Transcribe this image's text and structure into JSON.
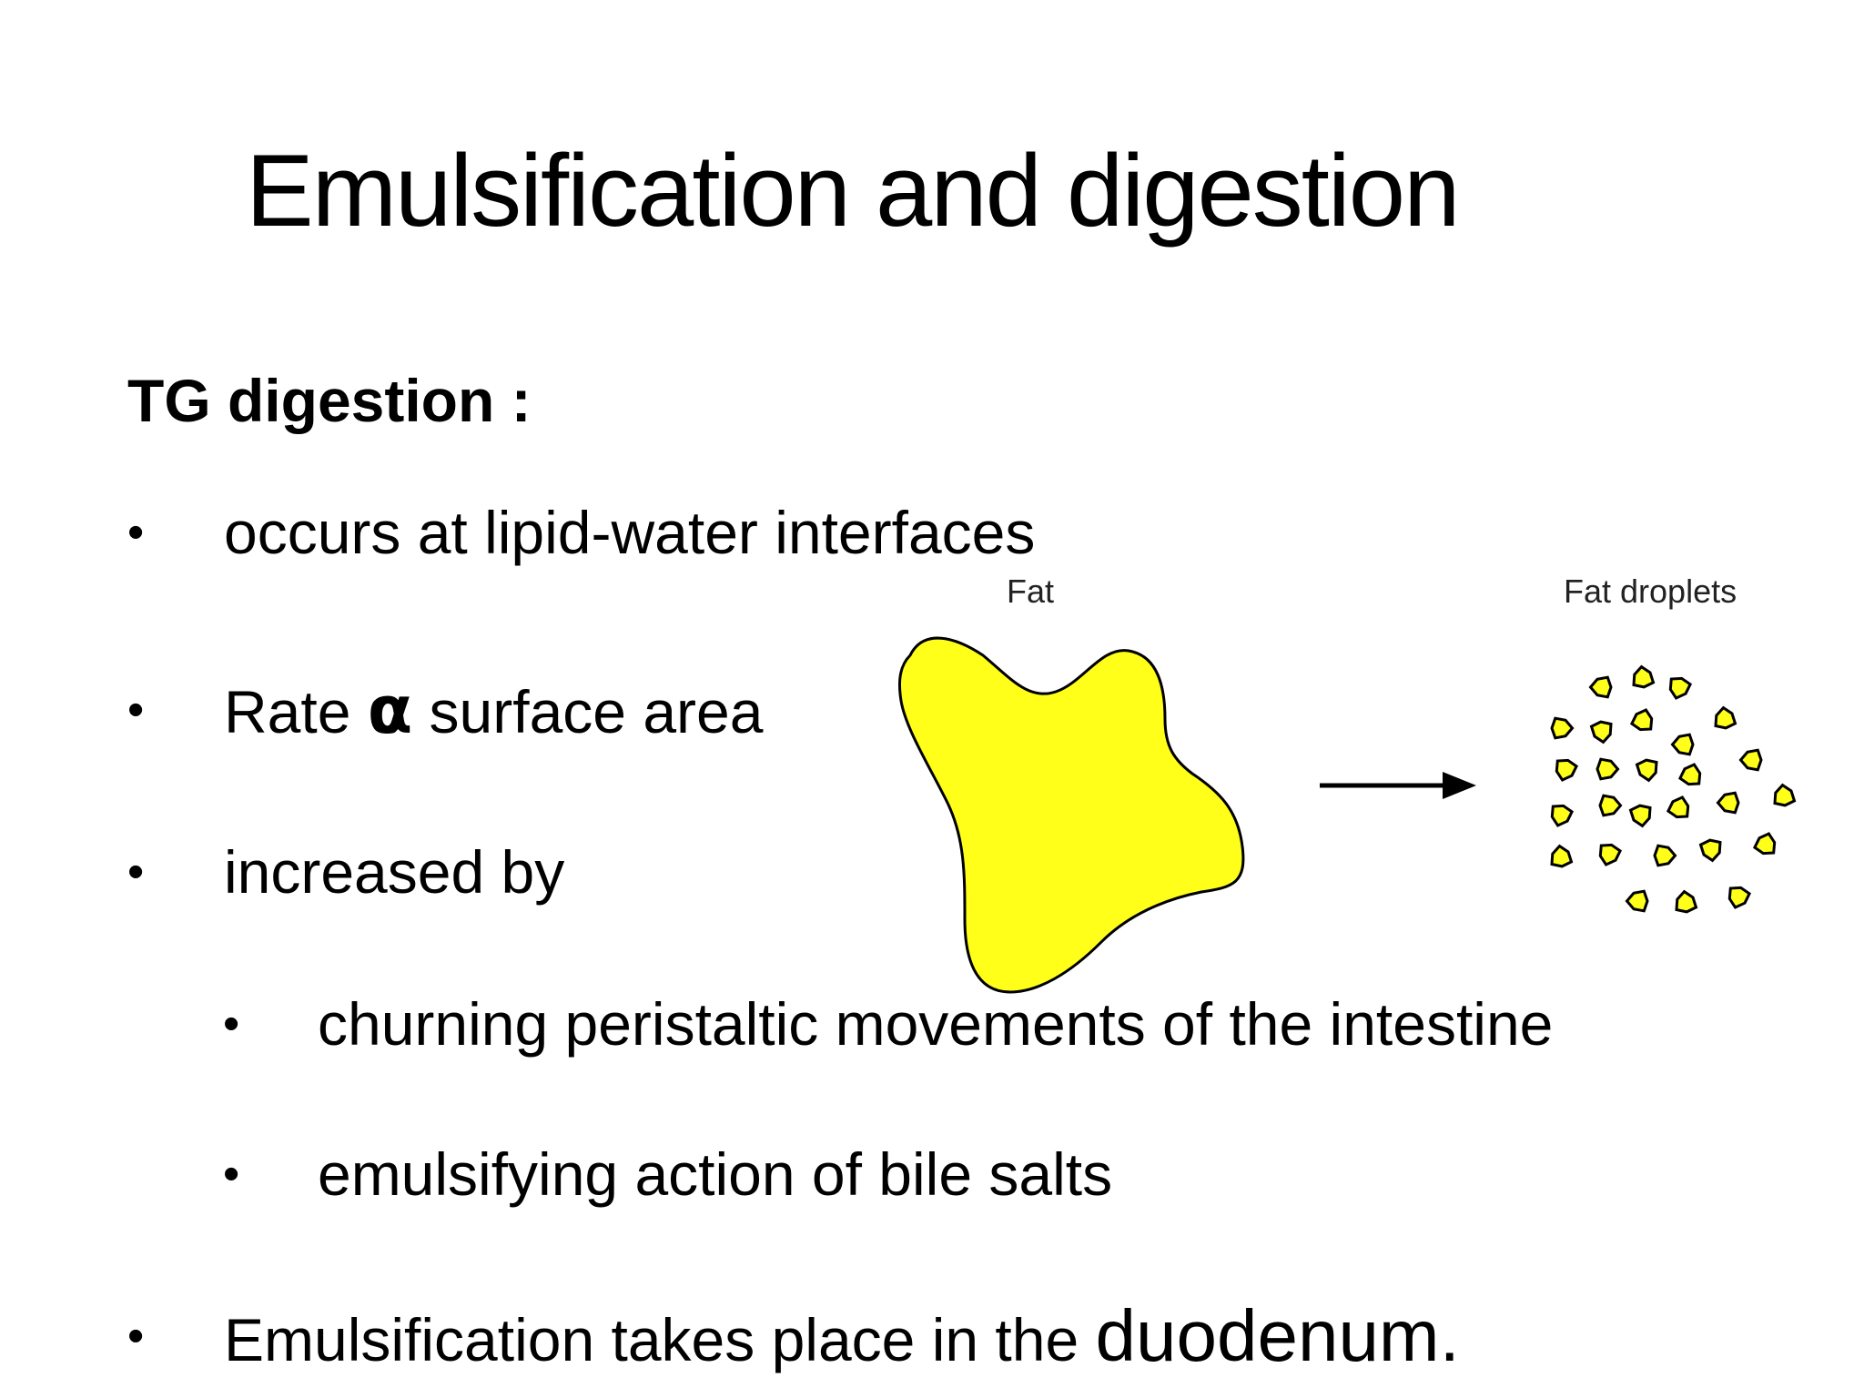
{
  "slide": {
    "title": "Emulsification and digestion",
    "subheading": "TG digestion :",
    "bullets": {
      "b1": "occurs at  lipid-water interfaces",
      "b2_pre": "Rate ",
      "b2_symbol": "α",
      "b2_post": "  surface area",
      "b3": "increased by",
      "b4": "churning peristaltic  movements of the intestine",
      "b5": "emulsifying action  of bile salts",
      "b6_pre": "Emulsification  takes place in the ",
      "b6_big": "duodenum."
    },
    "bullet_glyph": "•"
  },
  "figure": {
    "fat_label": "Fat",
    "droplets_label": "Fat droplets",
    "fat_color": "#ffff1a",
    "outline_color": "#000000",
    "arrow_icon": "arrow-right-icon"
  }
}
